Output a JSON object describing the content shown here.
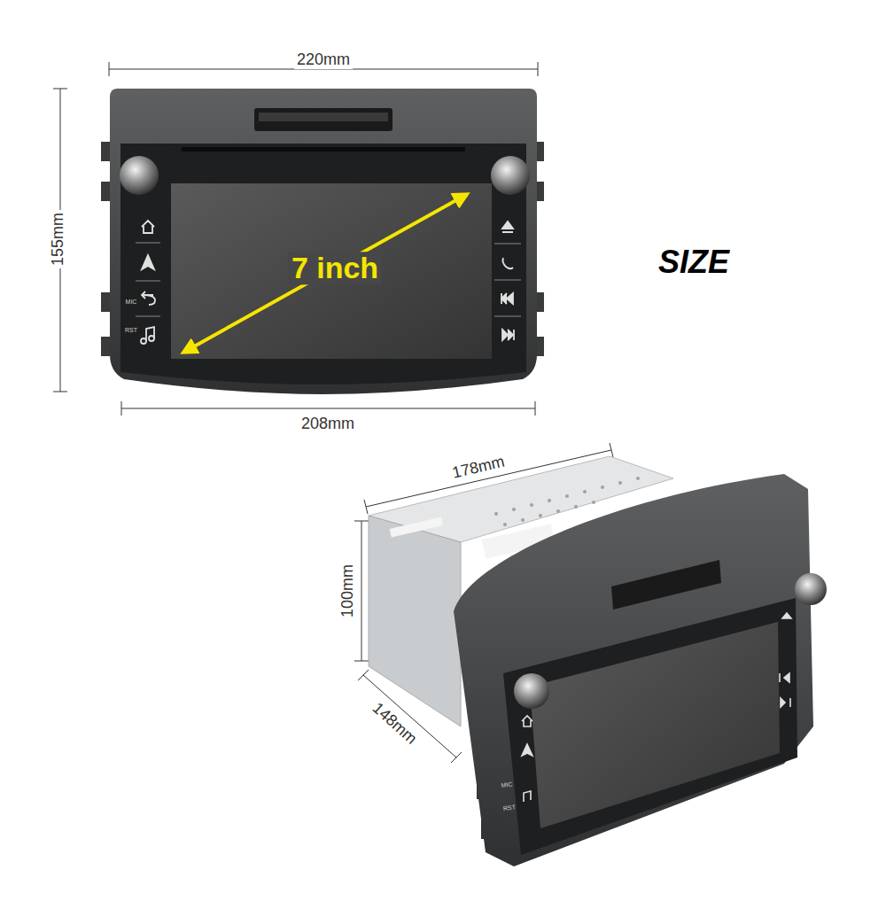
{
  "diagram": {
    "title": "SIZE",
    "labels": [
      "220mm",
      "155mm",
      "7 inch",
      "208mm",
      "178mm",
      "100mm",
      "148mm",
      "MIC",
      "RST",
      "MIC",
      "RST"
    ]
  }
}
